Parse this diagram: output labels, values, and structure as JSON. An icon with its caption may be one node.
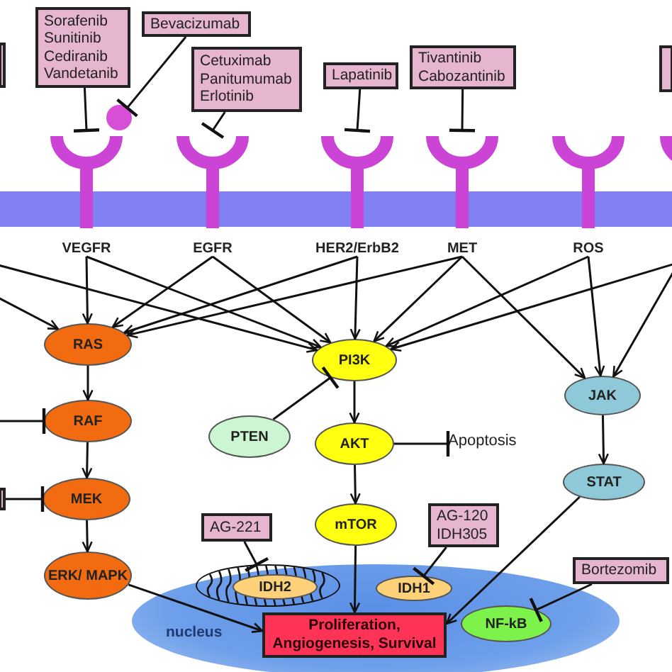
{
  "diagram": {
    "nodes": [
      {
        "text": [
          "Sorafenib",
          "Sunitinib",
          "Cediranib",
          "Vandetanib"
        ]
      },
      {
        "text": [
          "Bevacizumab"
        ]
      },
      {
        "text": [
          "Cetuximab",
          "Panitumumab",
          "Erlotinib"
        ]
      },
      {
        "text": [
          "Lapatinib"
        ]
      },
      {
        "text": [
          "Tivantinib",
          "Cabozantinib"
        ]
      },
      {
        "text": [],
        "shape": "box"
      },
      {
        "text": [],
        "shape": "box"
      },
      {
        "text": [],
        "shape": "circle"
      },
      {
        "text": [
          "VEGFR"
        ]
      },
      {
        "text": [
          "EGFR"
        ]
      },
      {
        "text": [
          "HER2/ErbB2"
        ]
      },
      {
        "text": [
          "MET"
        ]
      },
      {
        "text": [
          "ROS"
        ]
      },
      {
        "text": [],
        "shape": "receptor"
      },
      {
        "text": [
          "RAS"
        ]
      },
      {
        "text": [
          "RAF"
        ]
      },
      {
        "text": [
          "MEK"
        ]
      },
      {
        "text": [
          "ERK/ MAPK"
        ]
      },
      {
        "text": [
          "PTEN"
        ]
      },
      {
        "text": [
          "PI3K"
        ]
      },
      {
        "text": [
          "AKT"
        ]
      },
      {
        "text": [
          "Apoptosis"
        ]
      },
      {
        "text": [
          "mTOR"
        ]
      },
      {
        "text": [
          "JAK"
        ]
      },
      {
        "text": [
          "STAT"
        ]
      },
      {
        "text": [],
        "shape": "box"
      },
      {
        "text": [
          "AG-221"
        ]
      },
      {
        "text": [
          "AG-120",
          "IDH305"
        ]
      },
      {
        "text": [
          "Bortezomib"
        ]
      },
      {
        "text": [
          "nucleus"
        ]
      },
      {
        "text": [],
        "shape": "ellipse",
        "in": 29
      },
      {
        "text": [
          "IDH2"
        ],
        "in": 30
      },
      {
        "text": [
          "IDH1"
        ],
        "in": 29
      },
      {
        "text": [
          "Proliferation, Angiogenesis, Survival"
        ],
        "in": 29
      },
      {
        "text": [
          "NF-kB"
        ],
        "in": 29
      }
    ],
    "edges": [
      {
        "from": 0,
        "to": 8,
        "arrow": "other"
      },
      {
        "from": 1,
        "to": 7,
        "arrow": "other"
      },
      {
        "from": 2,
        "to": 9,
        "arrow": "other"
      },
      {
        "from": 3,
        "to": 10,
        "arrow": "other"
      },
      {
        "from": 4,
        "to": 11,
        "arrow": "other"
      },
      {
        "from": 8,
        "to": 14,
        "arrow": "to"
      },
      {
        "from": 8,
        "to": 19,
        "arrow": "to"
      },
      {
        "from": 9,
        "to": 14,
        "arrow": "to"
      },
      {
        "from": 9,
        "to": 19,
        "arrow": "to"
      },
      {
        "from": 10,
        "to": 14,
        "arrow": "to"
      },
      {
        "from": 10,
        "to": 19,
        "arrow": "to"
      },
      {
        "from": 11,
        "to": 14,
        "arrow": "to"
      },
      {
        "from": 11,
        "to": 19,
        "arrow": "to"
      },
      {
        "from": 11,
        "to": 23,
        "arrow": "to"
      },
      {
        "from": 12,
        "to": 19,
        "arrow": "to"
      },
      {
        "from": 12,
        "to": 23,
        "arrow": "to"
      },
      {
        "from": null,
        "to": 19,
        "arrow": "to"
      },
      {
        "from": null,
        "to": 23,
        "arrow": "to"
      },
      {
        "from": null,
        "to": 14,
        "arrow": "to"
      },
      {
        "from": null,
        "to": 19,
        "arrow": "to"
      },
      {
        "from": 14,
        "to": 15,
        "arrow": "to"
      },
      {
        "from": 15,
        "to": 16,
        "arrow": "to"
      },
      {
        "from": 16,
        "to": 17,
        "arrow": "to"
      },
      {
        "from": 17,
        "to": 33,
        "arrow": "to"
      },
      {
        "from": null,
        "to": 15,
        "arrow": "other"
      },
      {
        "from": 25,
        "to": 16,
        "arrow": "other"
      },
      {
        "from": 18,
        "to": 19,
        "arrow": "other"
      },
      {
        "from": 19,
        "to": 20,
        "arrow": "to"
      },
      {
        "from": 20,
        "to": 21,
        "arrow": "other"
      },
      {
        "from": 20,
        "to": 22,
        "arrow": "to"
      },
      {
        "from": 22,
        "to": 33,
        "arrow": "to"
      },
      {
        "from": 23,
        "to": 24,
        "arrow": "to"
      },
      {
        "from": 24,
        "to": 33,
        "arrow": "to"
      },
      {
        "from": 26,
        "to": 30,
        "arrow": "other"
      },
      {
        "from": 27,
        "to": 32,
        "arrow": "other"
      },
      {
        "from": 28,
        "to": 34,
        "arrow": "other"
      }
    ]
  }
}
